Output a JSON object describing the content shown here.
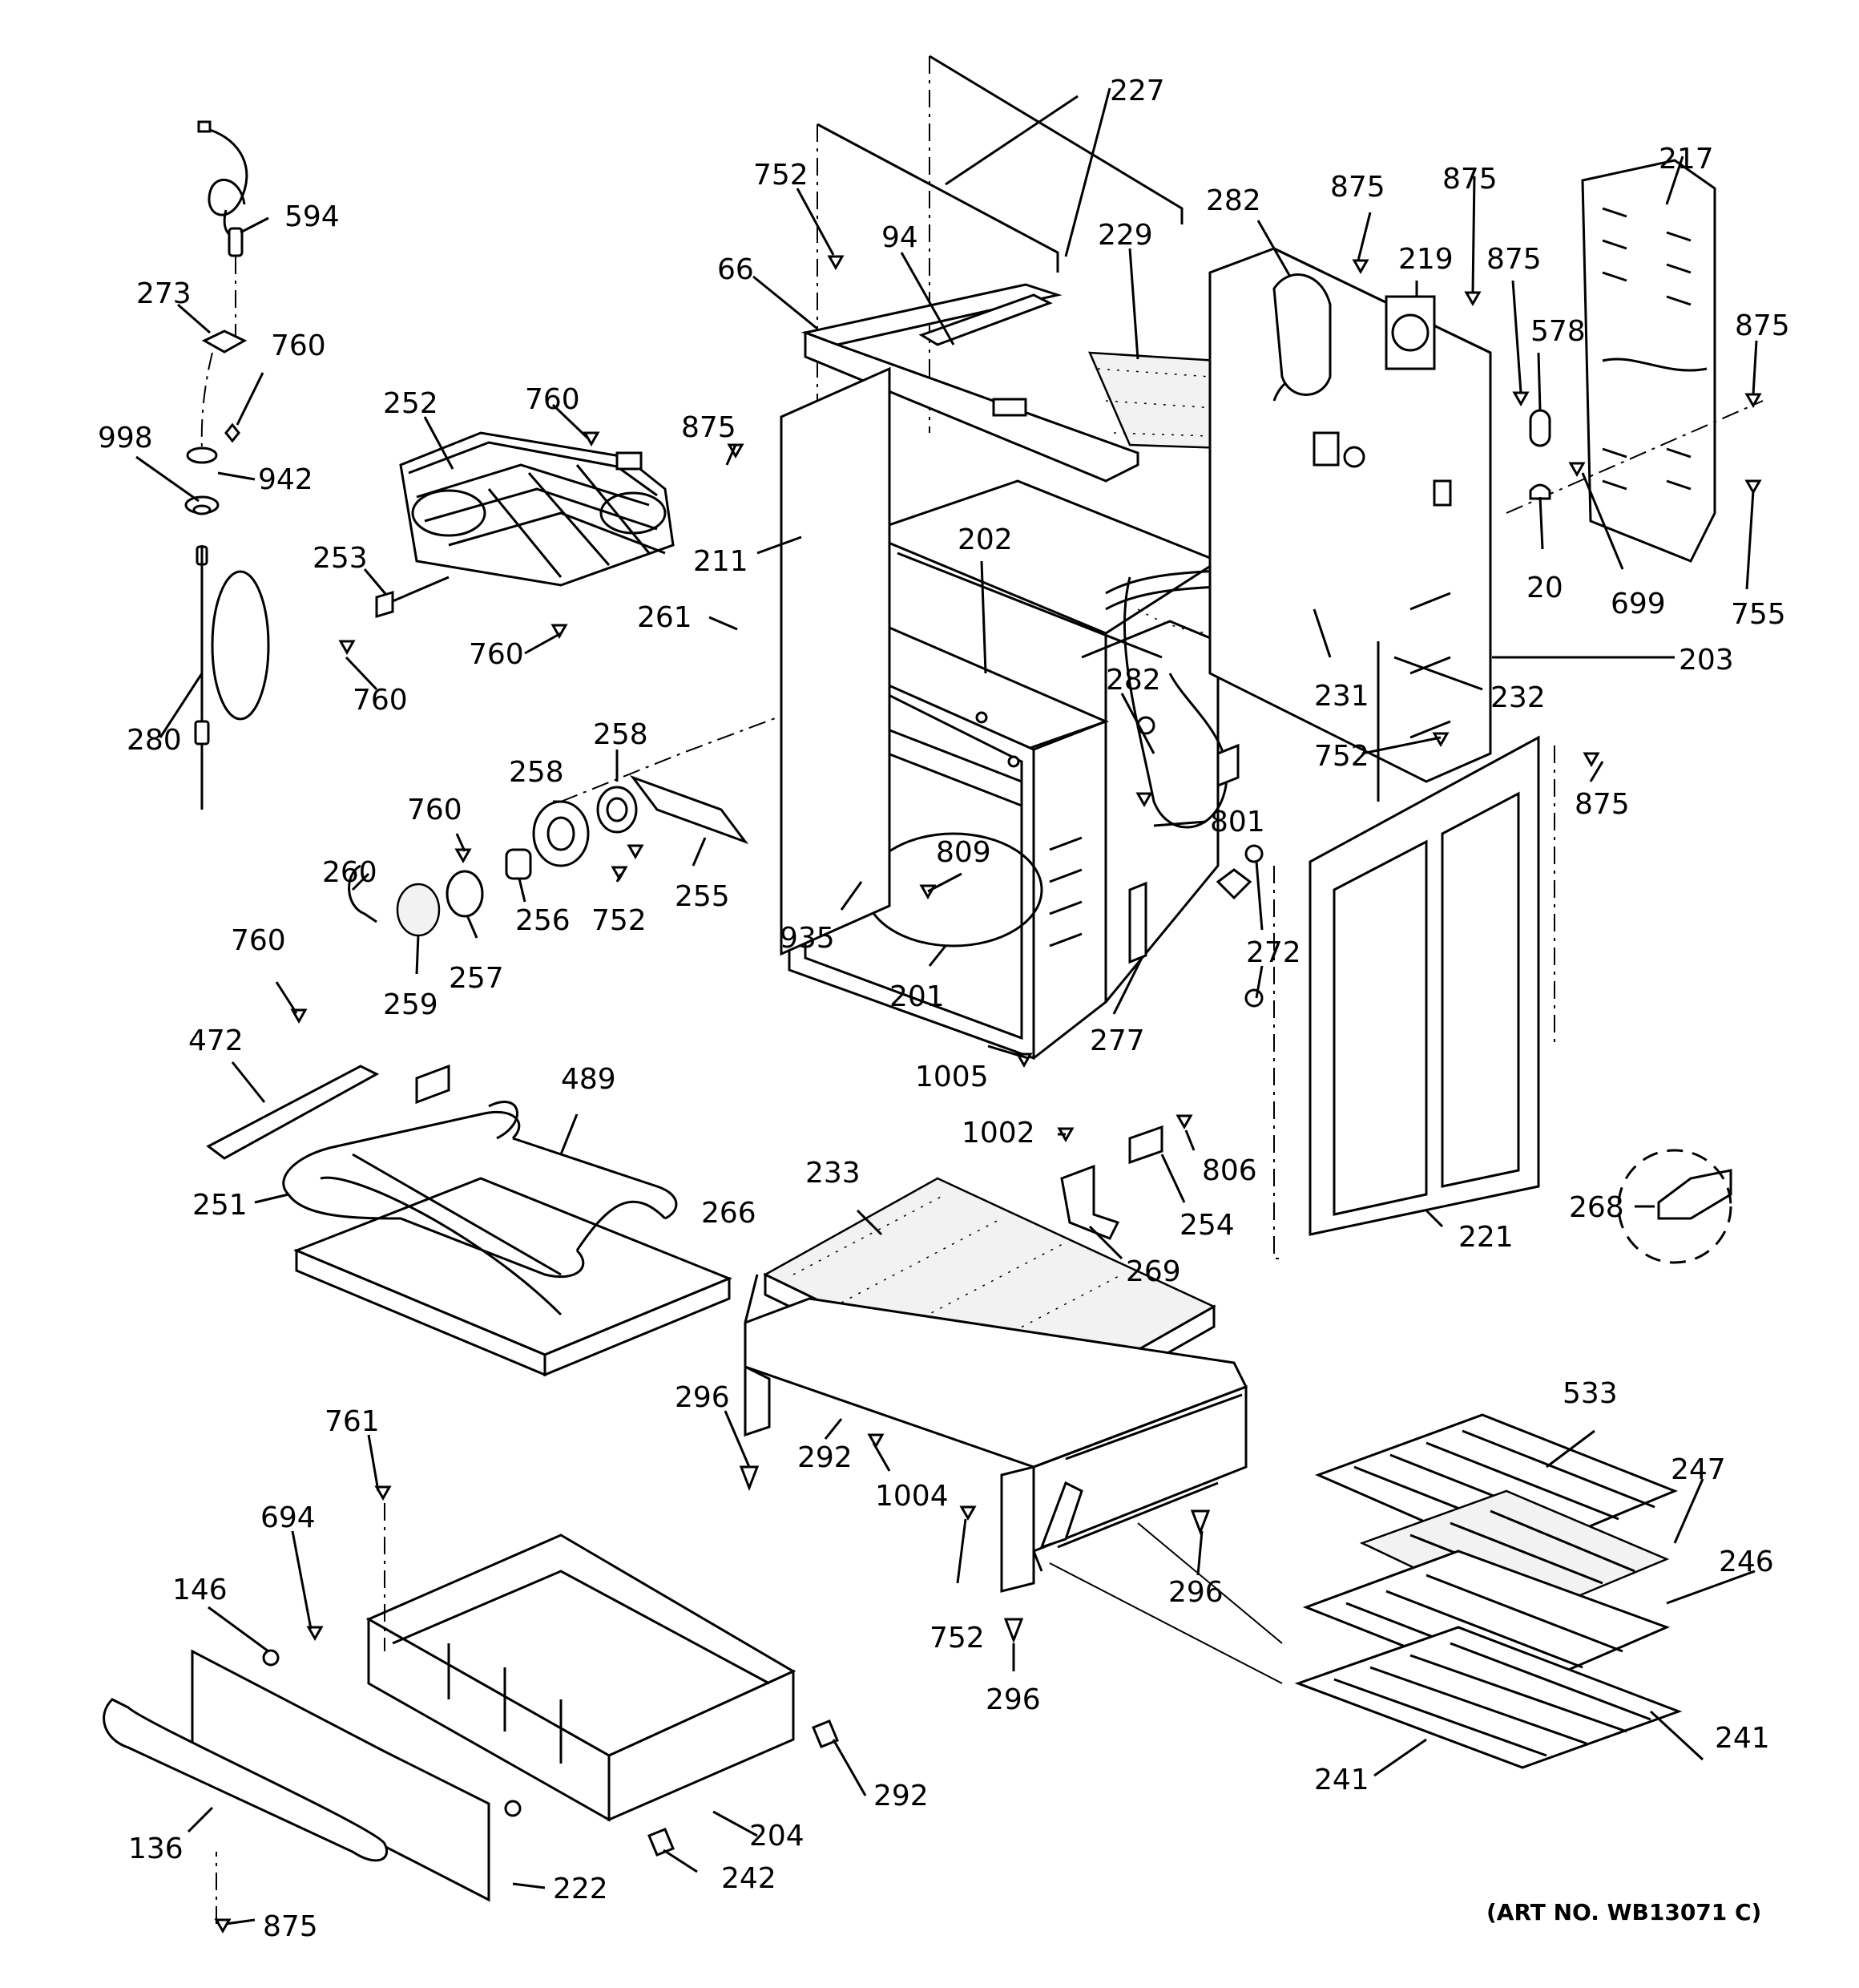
{
  "art_number": "(ART NO. WB13071 C)",
  "callouts": [
    {
      "id": "c594",
      "label": "594"
    },
    {
      "id": "c273",
      "label": "273"
    },
    {
      "id": "c760a",
      "label": "760"
    },
    {
      "id": "c998",
      "label": "998"
    },
    {
      "id": "c942",
      "label": "942"
    },
    {
      "id": "c280",
      "label": "280"
    },
    {
      "id": "c252",
      "label": "252"
    },
    {
      "id": "c760b",
      "label": "760"
    },
    {
      "id": "c253",
      "label": "253"
    },
    {
      "id": "c760c",
      "label": "760"
    },
    {
      "id": "c760d",
      "label": "760"
    },
    {
      "id": "c752a",
      "label": "752"
    },
    {
      "id": "c227",
      "label": "227"
    },
    {
      "id": "c94",
      "label": "94"
    },
    {
      "id": "c66",
      "label": "66"
    },
    {
      "id": "c875a",
      "label": "875"
    },
    {
      "id": "c211",
      "label": "211"
    },
    {
      "id": "c261",
      "label": "261"
    },
    {
      "id": "c202",
      "label": "202"
    },
    {
      "id": "c229",
      "label": "229"
    },
    {
      "id": "c282a",
      "label": "282"
    },
    {
      "id": "c875b",
      "label": "875"
    },
    {
      "id": "c219",
      "label": "219"
    },
    {
      "id": "c875c",
      "label": "875"
    },
    {
      "id": "c875d",
      "label": "875"
    },
    {
      "id": "c578",
      "label": "578"
    },
    {
      "id": "c217",
      "label": "217"
    },
    {
      "id": "c875e",
      "label": "875"
    },
    {
      "id": "c20",
      "label": "20"
    },
    {
      "id": "c699",
      "label": "699"
    },
    {
      "id": "c755",
      "label": "755"
    },
    {
      "id": "c203",
      "label": "203"
    },
    {
      "id": "c231",
      "label": "231"
    },
    {
      "id": "c232",
      "label": "232"
    },
    {
      "id": "c282b",
      "label": "282"
    },
    {
      "id": "c752b",
      "label": "752"
    },
    {
      "id": "c875f",
      "label": "875"
    },
    {
      "id": "c801",
      "label": "801"
    },
    {
      "id": "c272",
      "label": "272"
    },
    {
      "id": "c258a",
      "label": "258"
    },
    {
      "id": "c258b",
      "label": "258"
    },
    {
      "id": "c760e",
      "label": "760"
    },
    {
      "id": "c260",
      "label": "260"
    },
    {
      "id": "c256",
      "label": "256"
    },
    {
      "id": "c257",
      "label": "257"
    },
    {
      "id": "c259",
      "label": "259"
    },
    {
      "id": "c752c",
      "label": "752"
    },
    {
      "id": "c255",
      "label": "255"
    },
    {
      "id": "c809",
      "label": "809"
    },
    {
      "id": "c935",
      "label": "935"
    },
    {
      "id": "c201",
      "label": "201"
    },
    {
      "id": "c1005",
      "label": "1005"
    },
    {
      "id": "c277",
      "label": "277"
    },
    {
      "id": "c760f",
      "label": "760"
    },
    {
      "id": "c472",
      "label": "472"
    },
    {
      "id": "c489",
      "label": "489"
    },
    {
      "id": "c251",
      "label": "251"
    },
    {
      "id": "c1002",
      "label": "1002"
    },
    {
      "id": "c806",
      "label": "806"
    },
    {
      "id": "c254",
      "label": "254"
    },
    {
      "id": "c269",
      "label": "269"
    },
    {
      "id": "c233",
      "label": "233"
    },
    {
      "id": "c266",
      "label": "266"
    },
    {
      "id": "c221",
      "label": "221"
    },
    {
      "id": "c268",
      "label": "268"
    },
    {
      "id": "c296a",
      "label": "296"
    },
    {
      "id": "c292a",
      "label": "292"
    },
    {
      "id": "c1004",
      "label": "1004"
    },
    {
      "id": "c296b",
      "label": "296"
    },
    {
      "id": "c752d",
      "label": "752"
    },
    {
      "id": "c296c",
      "label": "296"
    },
    {
      "id": "c761",
      "label": "761"
    },
    {
      "id": "c694",
      "label": "694"
    },
    {
      "id": "c146",
      "label": "146"
    },
    {
      "id": "c292b",
      "label": "292"
    },
    {
      "id": "c204",
      "label": "204"
    },
    {
      "id": "c242",
      "label": "242"
    },
    {
      "id": "c136",
      "label": "136"
    },
    {
      "id": "c222",
      "label": "222"
    },
    {
      "id": "c875g",
      "label": "875"
    },
    {
      "id": "c533",
      "label": "533"
    },
    {
      "id": "c247",
      "label": "247"
    },
    {
      "id": "c246",
      "label": "246"
    },
    {
      "id": "c241a",
      "label": "241"
    },
    {
      "id": "c241b",
      "label": "241"
    }
  ]
}
